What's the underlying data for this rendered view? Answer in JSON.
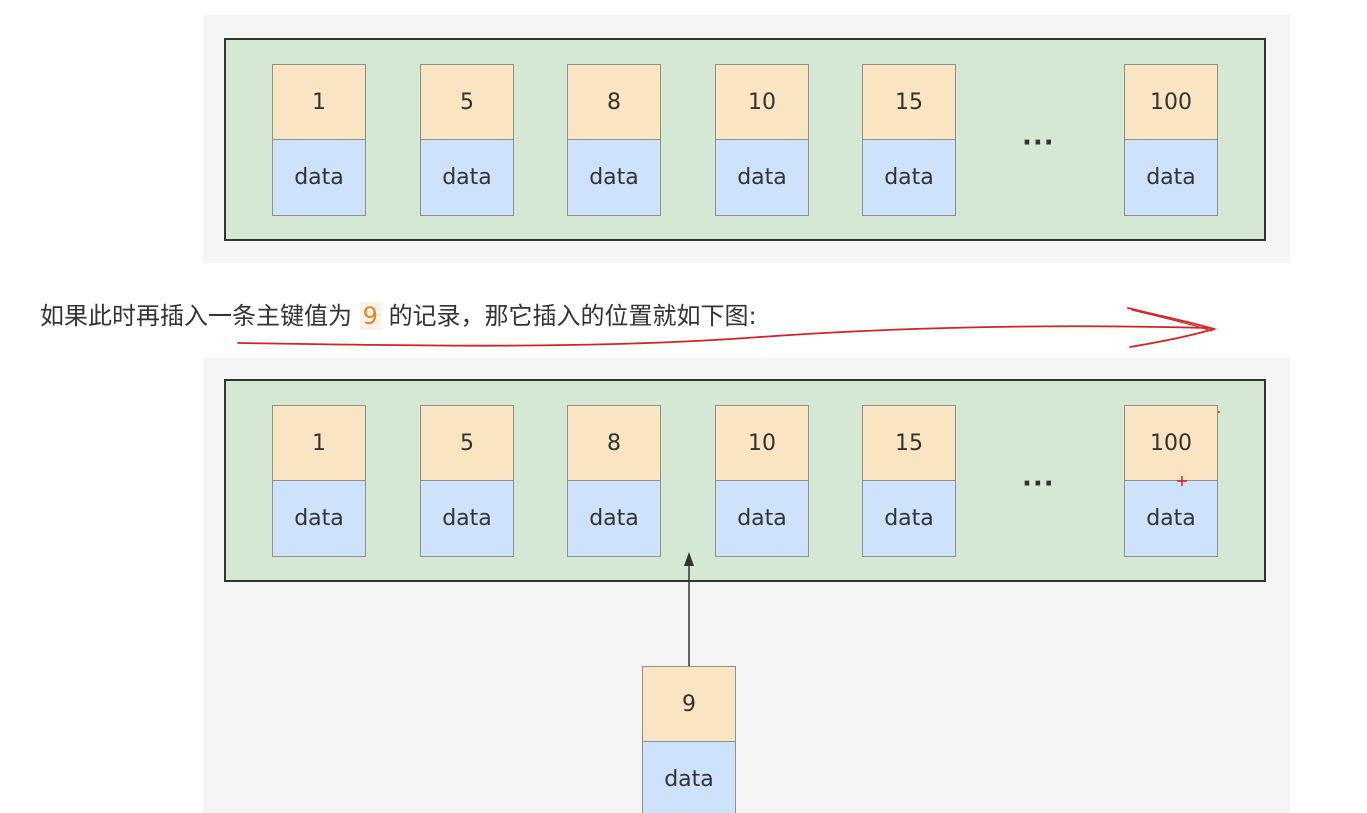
{
  "top_page": {
    "records": [
      {
        "key": "1",
        "value": "data"
      },
      {
        "key": "5",
        "value": "data"
      },
      {
        "key": "8",
        "value": "data"
      },
      {
        "key": "10",
        "value": "data"
      },
      {
        "key": "15",
        "value": "data"
      },
      {
        "key": "100",
        "value": "data"
      }
    ],
    "ellipsis": "···"
  },
  "caption": {
    "before": "如果此时再插入一条主键值为",
    "value": "9",
    "after": "的记录，那它插入的位置就如下图:"
  },
  "bottom_page": {
    "records": [
      {
        "key": "1",
        "value": "data"
      },
      {
        "key": "5",
        "value": "data"
      },
      {
        "key": "8",
        "value": "data"
      },
      {
        "key": "10",
        "value": "data"
      },
      {
        "key": "15",
        "value": "data"
      },
      {
        "key": "100",
        "value": "data"
      }
    ],
    "ellipsis": "···"
  },
  "new_record": {
    "key": "9",
    "value": "data"
  },
  "annotation_colors": {
    "underline": "#d62222",
    "arrow": "#333333"
  }
}
